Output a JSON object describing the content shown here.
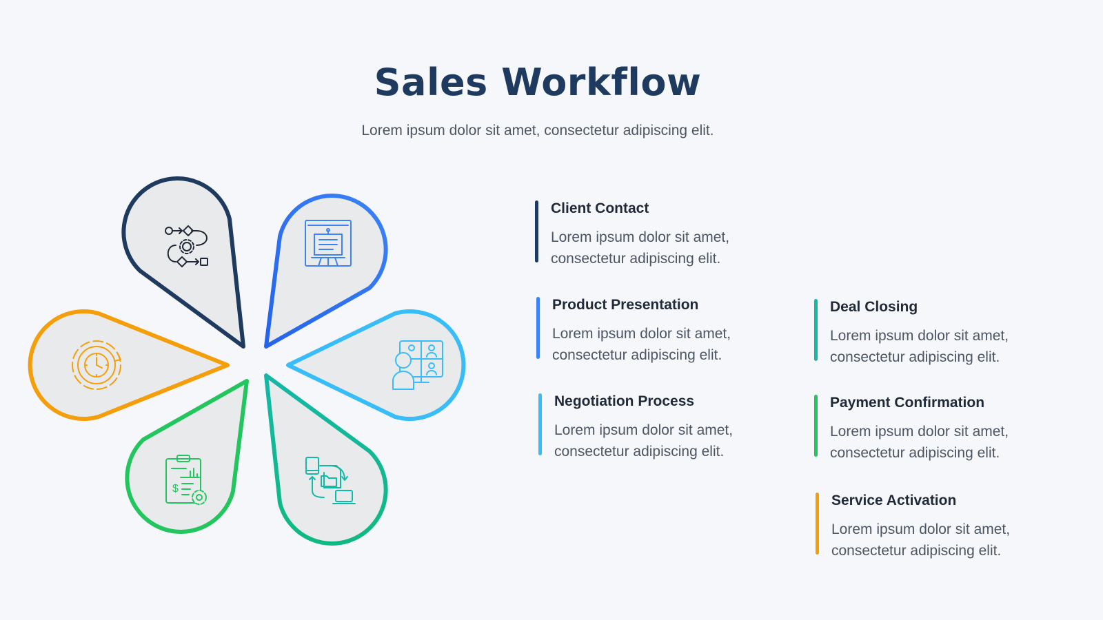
{
  "header": {
    "title": "Sales Workflow",
    "subtitle": "Lorem ipsum dolor sit amet, consectetur adipiscing elit."
  },
  "steps": [
    {
      "label": "Client Contact",
      "description": "Lorem ipsum dolor sit amet, consectetur adipiscing elit.",
      "color": "#1e3a5f",
      "icon": "workflow-gear-icon"
    },
    {
      "label": "Product Presentation",
      "description": "Lorem ipsum dolor sit amet, consectetur adipiscing elit.",
      "color": "#3b82f6",
      "icon": "presentation-board-icon"
    },
    {
      "label": "Negotiation Process",
      "description": "Lorem ipsum dolor sit amet, consectetur adipiscing elit.",
      "color": "#38bdf8",
      "icon": "video-meeting-icon"
    },
    {
      "label": "Deal Closing",
      "description": "Lorem ipsum dolor sit amet, consectetur adipiscing elit.",
      "color": "#14b8a6",
      "icon": "file-transfer-icon"
    },
    {
      "label": "Payment Confirmation",
      "description": "Lorem ipsum dolor sit amet, consectetur adipiscing elit.",
      "color": "#22c55e",
      "icon": "invoice-gear-icon"
    },
    {
      "label": "Service Activation",
      "description": "Lorem ipsum dolor sit amet, consectetur adipiscing elit.",
      "color": "#f59e0b",
      "icon": "gear-clock-icon"
    }
  ],
  "colors": {
    "background": "#f5f7fa",
    "petal_fill": "#e9eaeb",
    "title": "#1e3a5f"
  }
}
